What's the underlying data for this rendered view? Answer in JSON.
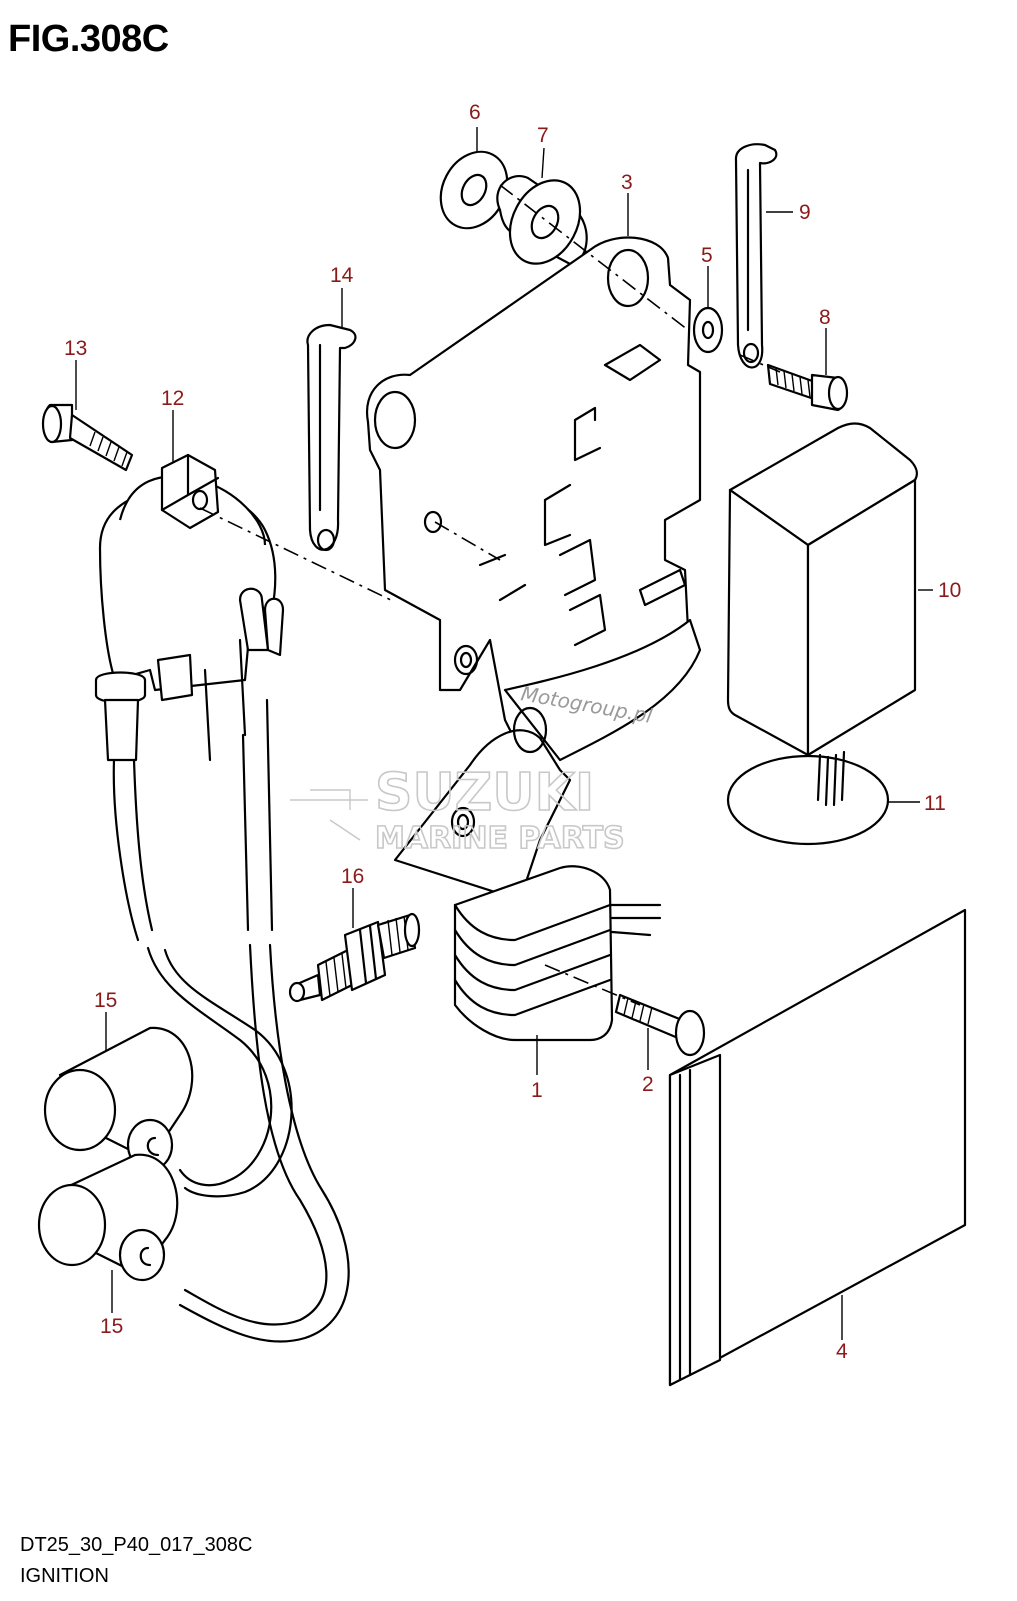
{
  "figure": {
    "title": "FIG.308C",
    "code": "DT25_30_P40_017_308C",
    "name": "IGNITION"
  },
  "watermark": {
    "brand": "SUZUKI",
    "sub": "MARINE PARTS",
    "site": "Motogroup.pl"
  },
  "callouts": [
    {
      "id": "1",
      "label": "1"
    },
    {
      "id": "2",
      "label": "2"
    },
    {
      "id": "3",
      "label": "3"
    },
    {
      "id": "4",
      "label": "4"
    },
    {
      "id": "5",
      "label": "5"
    },
    {
      "id": "6",
      "label": "6"
    },
    {
      "id": "7",
      "label": "7"
    },
    {
      "id": "8",
      "label": "8"
    },
    {
      "id": "9",
      "label": "9"
    },
    {
      "id": "10",
      "label": "10"
    },
    {
      "id": "11",
      "label": "11"
    },
    {
      "id": "12",
      "label": "12"
    },
    {
      "id": "13",
      "label": "13"
    },
    {
      "id": "14",
      "label": "14"
    },
    {
      "id": "15a",
      "label": "15"
    },
    {
      "id": "15b",
      "label": "15"
    },
    {
      "id": "16",
      "label": "16"
    }
  ],
  "colors": {
    "callout_text": "#8b1a1a",
    "line": "#000000",
    "watermark": "#c8c8c8"
  }
}
